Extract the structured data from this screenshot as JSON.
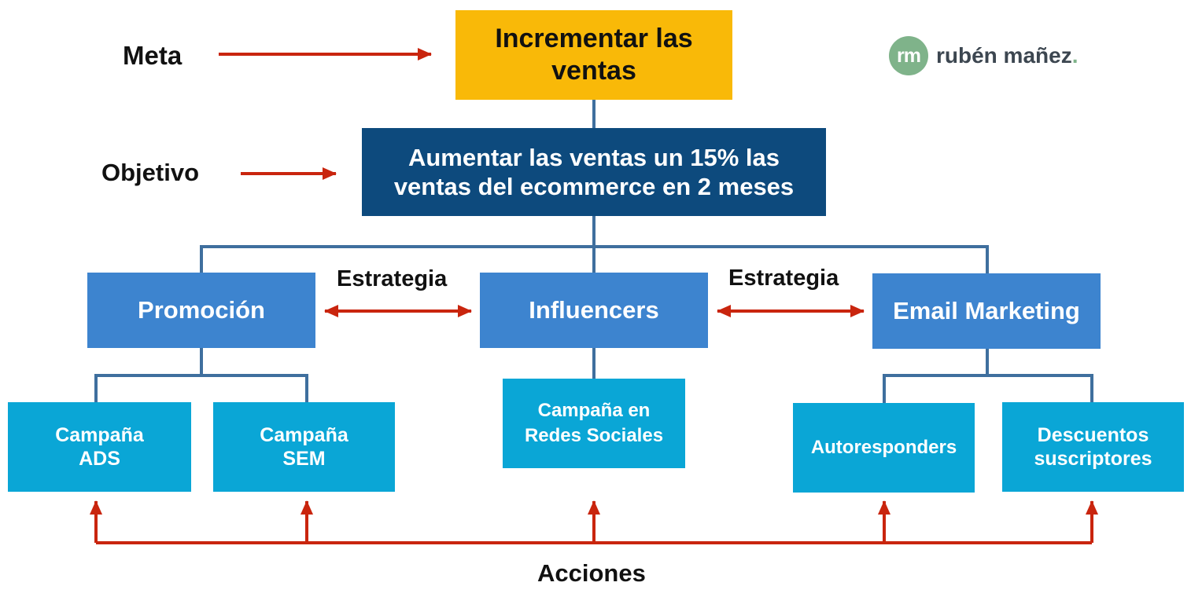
{
  "colors": {
    "goal": "#f9b908",
    "objective": "#0d4a7d",
    "strategy": "#3d84cf",
    "action": "#0aa6d6",
    "connector": "#3f6f9e",
    "arrow": "#c9250e",
    "logo": "#7fb38a"
  },
  "labels": {
    "meta": "Meta",
    "objetivo": "Objetivo",
    "estrategia_left": "Estrategia",
    "estrategia_right": "Estrategia",
    "acciones": "Acciones"
  },
  "goal": {
    "line1": "Incrementar las",
    "line2": "ventas"
  },
  "objective": {
    "line1": "Aumentar las ventas un 15% las",
    "line2": "ventas del ecommerce en 2 meses"
  },
  "strategies": [
    {
      "label": "Promoción"
    },
    {
      "label": "Influencers"
    },
    {
      "label": "Email Marketing"
    }
  ],
  "actions": [
    {
      "line1": "Campaña",
      "line2": "ADS"
    },
    {
      "line1": "Campaña",
      "line2": "SEM"
    },
    {
      "line1": "Campaña en",
      "line2": "Redes Sociales"
    },
    {
      "line1": "Autoresponders",
      "line2": ""
    },
    {
      "line1": "Descuentos",
      "line2": "suscriptores"
    }
  ],
  "logo": {
    "mark": "rm",
    "name": "rubén mañez",
    "dot": "."
  },
  "icons": {
    "arrow_right": "arrow-right-icon",
    "arrow_both": "double-arrow-icon",
    "arrow_up": "arrow-up-icon"
  }
}
